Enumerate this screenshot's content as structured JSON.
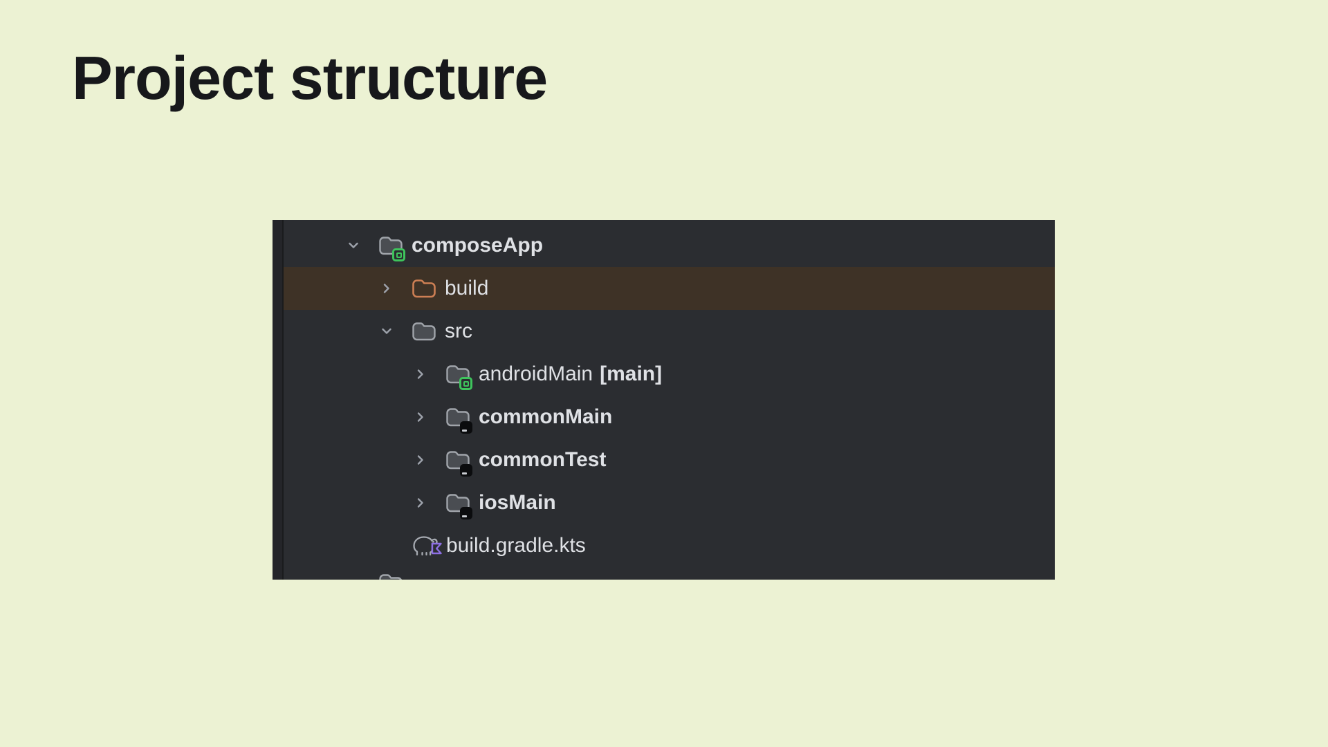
{
  "page": {
    "title": "Project structure",
    "background": "#ecf2d3"
  },
  "colors": {
    "panel_background": "#2b2d31",
    "panel_gutter": "#242529",
    "selection_highlight": "#3e3226",
    "tree_text": "#dfe1e5",
    "chevron": "#9da2ab",
    "folder_outline": "#a0a4aa",
    "folder_fill": "#4a4d52",
    "build_folder_orange": "#cd7f54",
    "source_badge_green": "#3ec45c",
    "source_badge_dark": "#0b0c0e",
    "gradle_icon_gray": "#a6aab1",
    "kotlin_badge_purple": "#8d6fe3",
    "title_text": "#17181b"
  },
  "tree": {
    "items": [
      {
        "label": "composeApp",
        "type": "module-folder",
        "state": "expanded",
        "bold": true,
        "selected": false
      },
      {
        "label": "build",
        "type": "build-output-folder",
        "state": "collapsed",
        "bold": false,
        "selected": true
      },
      {
        "label": "src",
        "type": "folder",
        "state": "expanded",
        "bold": false,
        "selected": false
      },
      {
        "label": "androidMain",
        "suffix": "[main]",
        "type": "android-source-folder",
        "state": "collapsed",
        "bold": false,
        "selected": false
      },
      {
        "label": "commonMain",
        "type": "common-source-folder",
        "state": "collapsed",
        "bold": true,
        "selected": false
      },
      {
        "label": "commonTest",
        "type": "common-source-folder",
        "state": "collapsed",
        "bold": true,
        "selected": false
      },
      {
        "label": "iosMain",
        "type": "common-source-folder",
        "state": "collapsed",
        "bold": true,
        "selected": false
      },
      {
        "label": "build.gradle.kts",
        "type": "gradle-kotlin-script",
        "state": "file",
        "bold": false,
        "selected": false
      }
    ]
  }
}
